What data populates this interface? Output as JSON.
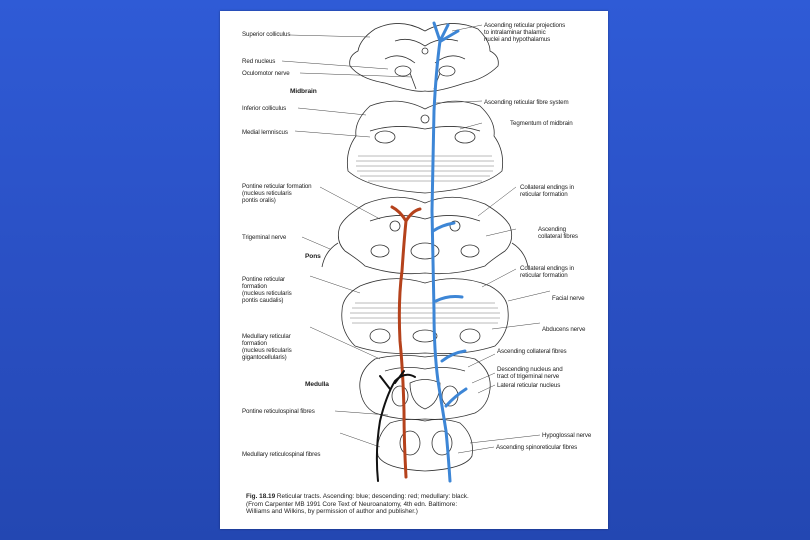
{
  "labels_left": [
    {
      "id": "superior-colliculus",
      "text": "Superior colliculus"
    },
    {
      "id": "red-nucleus",
      "text": "Red nucleus"
    },
    {
      "id": "oculomotor-nerve",
      "text": "Oculomotor nerve"
    },
    {
      "id": "midbrain",
      "text": "Midbrain"
    },
    {
      "id": "inferior-colliculus",
      "text": "Inferior colliculus"
    },
    {
      "id": "medial-lemniscus",
      "text": "Medial lemniscus"
    },
    {
      "id": "pontine-reticular-formation-oralis",
      "text": "Pontine reticular formation\n(nucleus reticularis\npontis oralis)"
    },
    {
      "id": "trigeminal-nerve",
      "text": "Trigeminal nerve"
    },
    {
      "id": "pons",
      "text": "Pons"
    },
    {
      "id": "pontine-reticular-formation-caudalis",
      "text": "Pontine reticular\nformation\n(nucleus reticularis\npontis caudalis)"
    },
    {
      "id": "medullary-reticular-formation",
      "text": "Medullary reticular\nformation\n(nucleus reticularis\ngigantocellularis)"
    },
    {
      "id": "medulla",
      "text": "Medulla"
    },
    {
      "id": "pontine-reticulospinal-fibres",
      "text": "Pontine reticulospinal fibres"
    },
    {
      "id": "medullary-reticulospinal-fibres",
      "text": "Medullary reticulospinal fibres"
    }
  ],
  "labels_right": [
    {
      "id": "ascending-reticular-projections",
      "text": "Ascending reticular projections\nto intralaminar thalamic\nnuclei and hypothalamus"
    },
    {
      "id": "ascending-reticular-fibre-system",
      "text": "Ascending reticular fibre system"
    },
    {
      "id": "tegmentum-of-midbrain",
      "text": "Tegmentum of midbrain"
    },
    {
      "id": "collateral-endings-1",
      "text": "Collateral endings in\nreticular formation"
    },
    {
      "id": "ascending-collateral-fibres-1",
      "text": "Ascending\ncollateral fibres"
    },
    {
      "id": "collateral-endings-2",
      "text": "Collateral endings in\nreticular formation"
    },
    {
      "id": "facial-nerve",
      "text": "Facial nerve"
    },
    {
      "id": "abducens-nerve",
      "text": "Abducens nerve"
    },
    {
      "id": "ascending-collateral-fibres-2",
      "text": "Ascending collateral fibres"
    },
    {
      "id": "descending-nucleus-trigeminal",
      "text": "Descending nucleus and\ntract of trigeminal nerve"
    },
    {
      "id": "lateral-reticular-nucleus",
      "text": "Lateral reticular nucleus"
    },
    {
      "id": "hypoglossal-nerve",
      "text": "Hypoglossal nerve"
    },
    {
      "id": "ascending-spinoreticular-fibres",
      "text": "Ascending spinoreticular fibres"
    }
  ],
  "caption": {
    "fig_number": "Fig. 18.19",
    "text": "Reticular tracts. Ascending: blue; descending: red; medullary: black.\n(From Carpenter MB 1991 Core Text of Neuroanatomy, 4th edn. Baltimore:\nWilliams and Wilkins, by permission of author and publisher.)"
  },
  "colors": {
    "background": "#2a50c4",
    "ascending": "#3d86d6",
    "descending": "#b5421c",
    "medullary": "#111111"
  }
}
